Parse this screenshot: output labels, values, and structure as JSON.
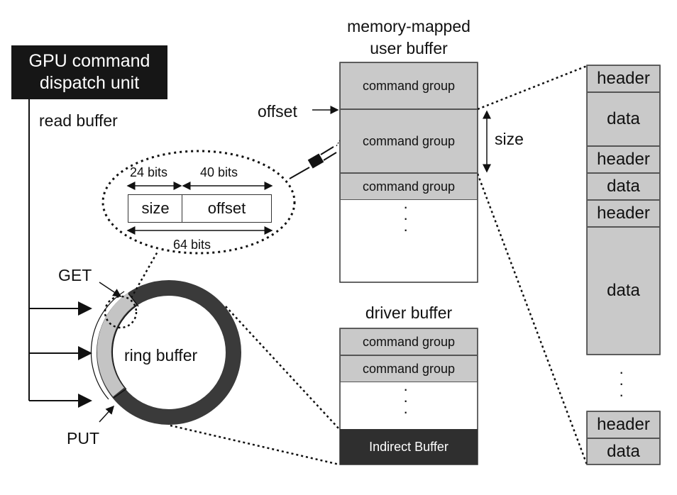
{
  "dispatch_unit": {
    "line1": "GPU command",
    "line2": "dispatch unit"
  },
  "read_buffer": "read buffer",
  "pointer_format": {
    "size_bits": "24 bits",
    "offset_bits": "40 bits",
    "total_bits": "64 bits",
    "size_field": "size",
    "offset_field": "offset"
  },
  "ring": {
    "label": "ring buffer",
    "get": "GET",
    "put": "PUT"
  },
  "user_buffer": {
    "title_line1": "memory-mapped",
    "title_line2": "user buffer",
    "groups": [
      "command group",
      "command group",
      "command group"
    ],
    "offset_label": "offset",
    "size_label": "size",
    "ellipsis": "·\n·\n·"
  },
  "driver_buffer": {
    "title": "driver buffer",
    "groups": [
      "command group",
      "command group"
    ],
    "indirect": "Indirect Buffer"
  },
  "command_group_detail": [
    "header",
    "data",
    "header",
    "data",
    "header",
    "data",
    "header",
    "data"
  ],
  "colors": {
    "dark": "#161616",
    "gray_fill": "#c9c9c9",
    "ring_dark": "#3a3a3a",
    "ring_light": "#c4c4c4"
  }
}
